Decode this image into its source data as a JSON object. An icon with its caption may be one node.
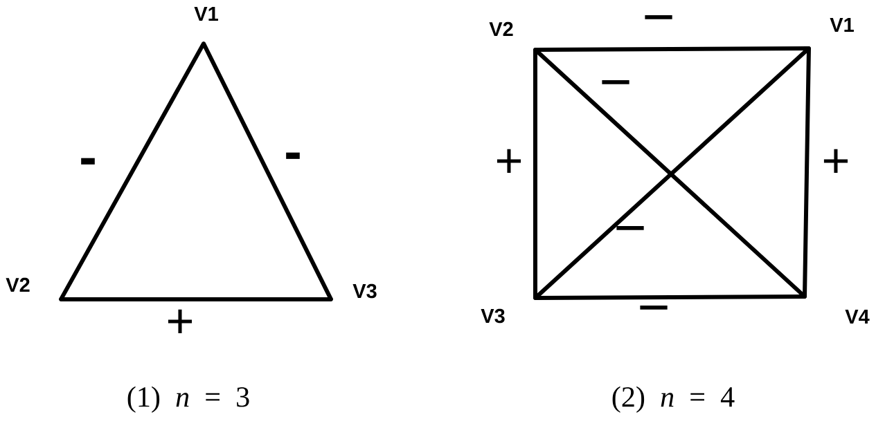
{
  "diagram": {
    "nodes": [
      {
        "text": [
          "V1"
        ]
      },
      {
        "text": [
          "V2"
        ]
      },
      {
        "text": [
          "V3"
        ]
      },
      {
        "text": [
          "V2"
        ]
      },
      {
        "text": [
          "V1"
        ]
      },
      {
        "text": [
          "V3"
        ]
      },
      {
        "text": [
          "V4"
        ]
      }
    ],
    "edges": [
      {
        "from": 0,
        "to": 1,
        "arrow": "none",
        "label": "-"
      },
      {
        "from": 0,
        "to": 2,
        "arrow": "none",
        "label": "-"
      },
      {
        "from": 1,
        "to": 2,
        "arrow": "none",
        "label": "+"
      },
      {
        "from": 3,
        "to": 4,
        "arrow": "none",
        "label": "−"
      },
      {
        "from": 3,
        "to": 5,
        "arrow": "none",
        "label": "+"
      },
      {
        "from": 4,
        "to": 6,
        "arrow": "none",
        "label": "+"
      },
      {
        "from": 3,
        "to": 6,
        "arrow": "none",
        "label": "−"
      },
      {
        "from": 4,
        "to": 5,
        "arrow": "none",
        "label": "−"
      },
      {
        "from": 5,
        "to": 6,
        "arrow": "none",
        "label": "−"
      }
    ],
    "labels": [
      "(1) *n* = 3",
      "(2) *n* = 4"
    ]
  }
}
